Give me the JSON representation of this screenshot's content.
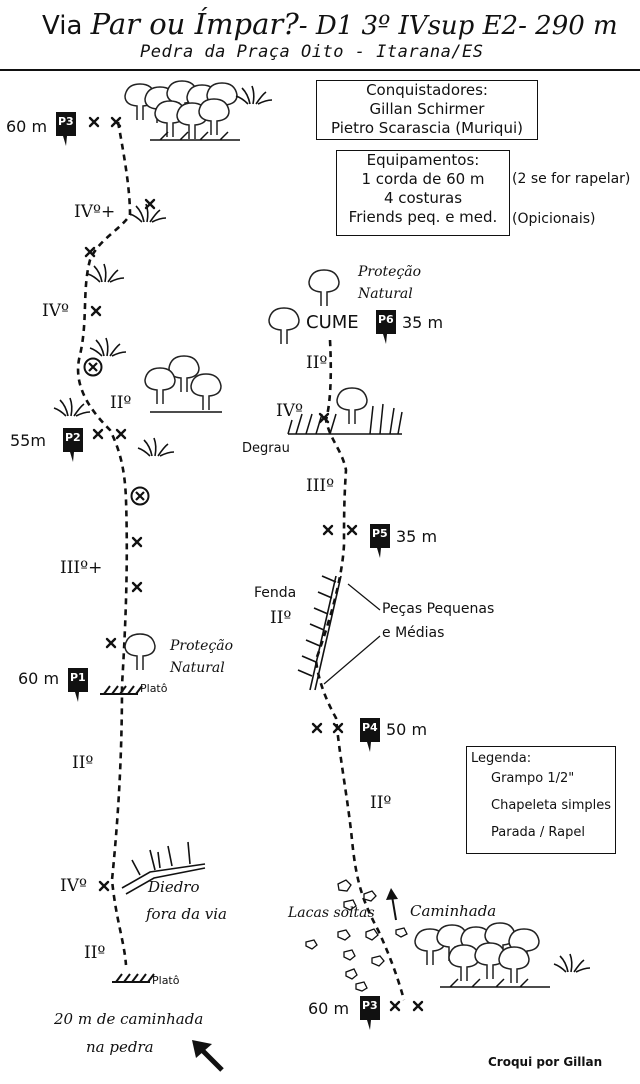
{
  "title": {
    "prefix": "Via",
    "name": "Par ou Ímpar?",
    "grade": "- D1 3º IVsup E2- 290 m"
  },
  "subtitle": "Pedra da Praça Oito - Itarana/ES",
  "conquistadores": {
    "heading": "Conquistadores:",
    "names": [
      "Gillan Schirmer",
      "Pietro Scarascia (Muriqui)"
    ]
  },
  "equipamentos": {
    "heading": "Equipamentos:",
    "items": [
      "1 corda  de 60 m",
      "4 costuras",
      "Friends peq. e med."
    ],
    "notes": [
      "(2 se for rapelar)",
      "(Opicionais)"
    ]
  },
  "left_route": {
    "p3_length": "60 m",
    "p2_length": "55m",
    "p1_length": "60 m",
    "grades": [
      "IVº+",
      "IVº",
      "IIº",
      "IIIº+",
      "IIº",
      "IVº",
      "IIº"
    ],
    "protecao_natural": [
      "Proteção",
      "Natural"
    ],
    "plato_top": "Platô",
    "plato_bottom": "Platô",
    "diedro": [
      "Diedro",
      "fora da via"
    ],
    "approach": [
      "20 m de caminhada",
      "na pedra"
    ]
  },
  "right_route": {
    "protecao_natural": [
      "Proteção",
      "Natural"
    ],
    "cume": "CUME",
    "p6_length": "35 m",
    "grades": [
      "IIº",
      "IVº",
      "IIIº",
      "IIº",
      "IIº"
    ],
    "degrau": "Degrau",
    "p5_length": "35 m",
    "fenda": "Fenda",
    "pecas": [
      "Peças Pequenas",
      "e Médias"
    ],
    "p4_length": "50 m",
    "lacas": "Lacas soltas",
    "caminhada": "Caminhada",
    "p3_length": "60 m"
  },
  "belay_labels": {
    "p1": "P1",
    "p2": "P2",
    "p3": "P3",
    "p4": "P4",
    "p5": "P5",
    "p6": "P6",
    "generic": "P"
  },
  "legend": {
    "heading": "Legenda:",
    "items": [
      {
        "label": "Grampo 1/2\"",
        "icon": "bolt-x-icon"
      },
      {
        "label": "Chapeleta simples",
        "icon": "hanger-circle-x-icon"
      },
      {
        "label": "Parada / Rapel",
        "icon": "belay-station-icon"
      }
    ]
  },
  "credit": "Croqui por Gillan"
}
